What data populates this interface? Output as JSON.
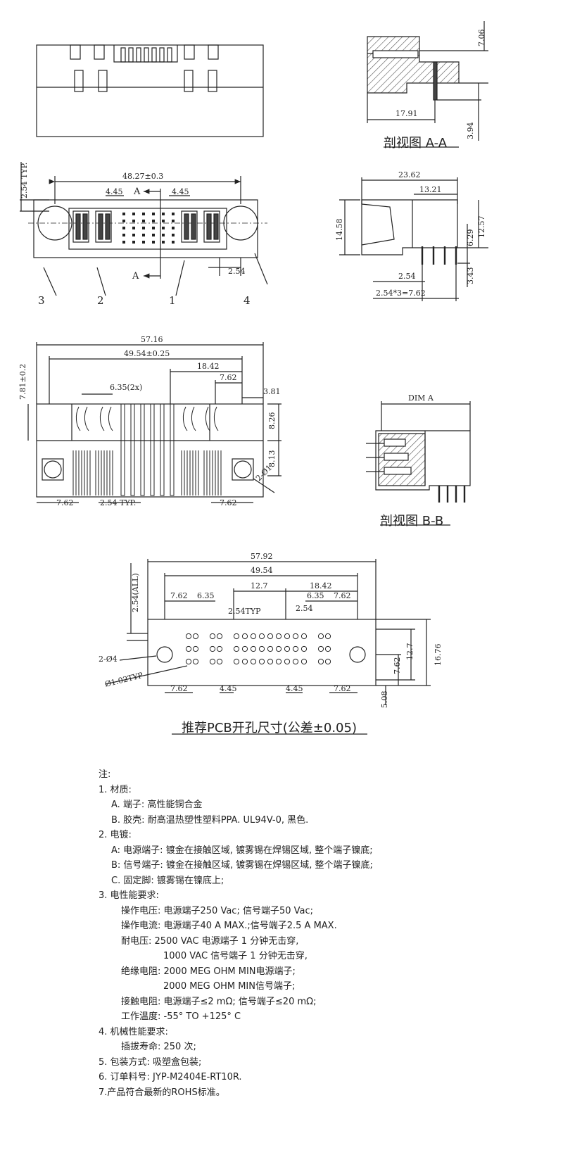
{
  "views": {
    "section_aa": {
      "caption": "剖视图 A-A",
      "dims": [
        "7.06",
        "17.91",
        "3.94"
      ]
    },
    "front": {
      "dims": [
        "2.54 TYP.",
        "48.27±0.3",
        "4.45",
        "4.45",
        "2.54"
      ],
      "markers": [
        "A",
        "A"
      ],
      "callouts": [
        "3",
        "2",
        "1",
        "4"
      ]
    },
    "side": {
      "dims": [
        "23.62",
        "13.21",
        "14.58",
        "12.57",
        "6.29",
        "2.54",
        "3.43",
        "2.54*3=7.62"
      ]
    },
    "bottom": {
      "dims": [
        "57.16",
        "49.54±0.25",
        "18.42",
        "7.62",
        "6.35(2x)",
        "3.81",
        "7.81±0.2",
        "8.26",
        "8.13",
        "2-Ø1",
        "7.62",
        "2.54 TYP.",
        "7.62"
      ]
    },
    "section_bb": {
      "caption": "剖视图 B-B",
      "label": "DIM A"
    },
    "pcb": {
      "caption": "推荐PCB开孔尺寸(公差±0.05)",
      "dims": [
        "57.92",
        "49.54",
        "2.54(ALL)",
        "12.7",
        "18.42",
        "7.62",
        "6.35",
        "2.54TYP",
        "2.54",
        "6.35",
        "7.62",
        "2-Ø4",
        "Ø1.02TYP",
        "7.62",
        "4.45",
        "4.45",
        "7.62",
        "16.76",
        "12.7",
        "7.62",
        "5.08"
      ]
    }
  },
  "notes": [
    "注:",
    "1. 材质:",
    "A. 端子: 高性能铜合金",
    "B. 胶壳: 耐高温热塑性塑料PPA. UL94V-0, 黑色.",
    "2. 电镀:",
    "A: 电源端子: 镀金在接触区域, 镀雾锡在焊锡区域,  整个端子镍底;",
    "B: 信号端子: 镀金在接触区域, 镀雾锡在焊锡区域, 整个端子镍底;",
    "C. 固定脚: 镀雾锡在镍底上;",
    "3. 电性能要求:",
    "操作电压: 电源端子250 Vac; 信号端子50 Vac;",
    "操作电流: 电源端子40 A MAX.;信号端子2.5 A MAX.",
    "耐电压: 2500 VAC 电源端子 1 分钟无击穿,",
    "1000 VAC 信号端子 1 分钟无击穿,",
    "绝缘电阻: 2000 MEG OHM MIN电源端子;",
    "2000 MEG OHM MIN信号端子;",
    "接触电阻: 电源端子≤2 mΩ; 信号端子≤20 mΩ;",
    "工作温度: -55°  TO +125° C",
    "4. 机械性能要求:",
    "插拔寿命: 250 次;",
    "5. 包装方式: 吸塑盒包装;",
    "6. 订单料号: JYP-M2404E-RT10R.",
    "7.产品符合最新的ROHS标准。"
  ],
  "colors": {
    "line": "#222222",
    "hatch": "#555555"
  }
}
